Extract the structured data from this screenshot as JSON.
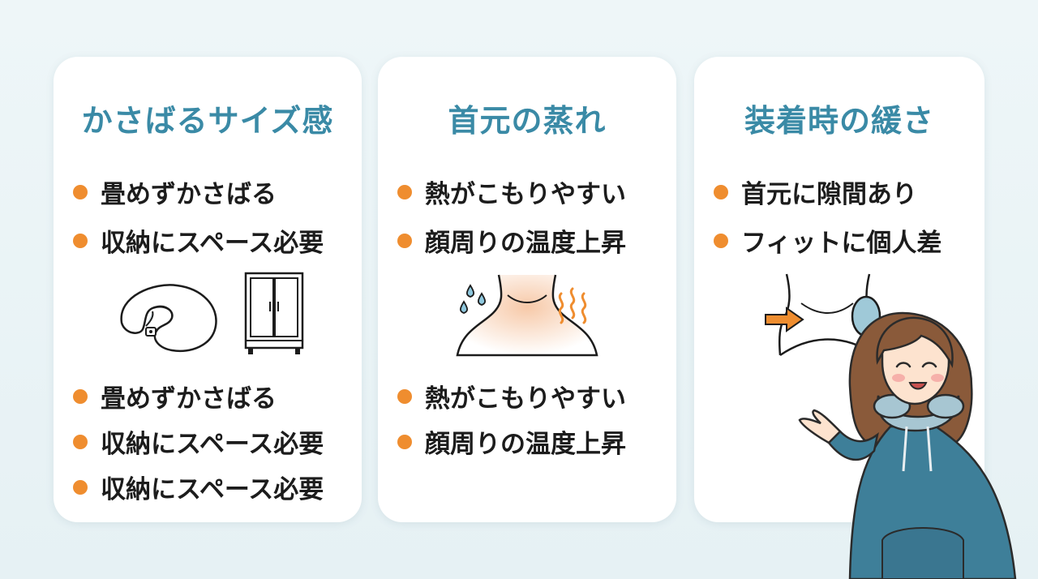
{
  "colors": {
    "accent_title": "#3a8aa6",
    "bullet": "#ef8d2f",
    "card_bg": "#ffffff",
    "page_bg": "#eaf4f6"
  },
  "cards": [
    {
      "title": "かさばるサイズ感",
      "bullets_top": [
        "畳めずかさばる",
        "収納にスペース必要"
      ],
      "illustrations": [
        "neck-pillow-icon",
        "wardrobe-icon"
      ],
      "bullets_bottom": [
        "畳めずかさばる",
        "収納にスペース必要",
        "収納にスペース必要"
      ]
    },
    {
      "title": "首元の蒸れ",
      "bullets_top": [
        "熱がこもりやすい",
        "顔周りの温度上昇"
      ],
      "illustrations": [
        "sweaty-neck-icon"
      ],
      "bullets_bottom": [
        "熱がこもりやすい",
        "顔周りの温度上昇"
      ]
    },
    {
      "title": "装着時の緩さ",
      "bullets_top": [
        "首元に隙間あり",
        "フィットに個人差"
      ],
      "illustrations": [
        "loose-fit-neck-icon"
      ]
    }
  ],
  "character": {
    "icon": "woman-presenting-illustration",
    "hoodie_color": "#3e7f99"
  }
}
